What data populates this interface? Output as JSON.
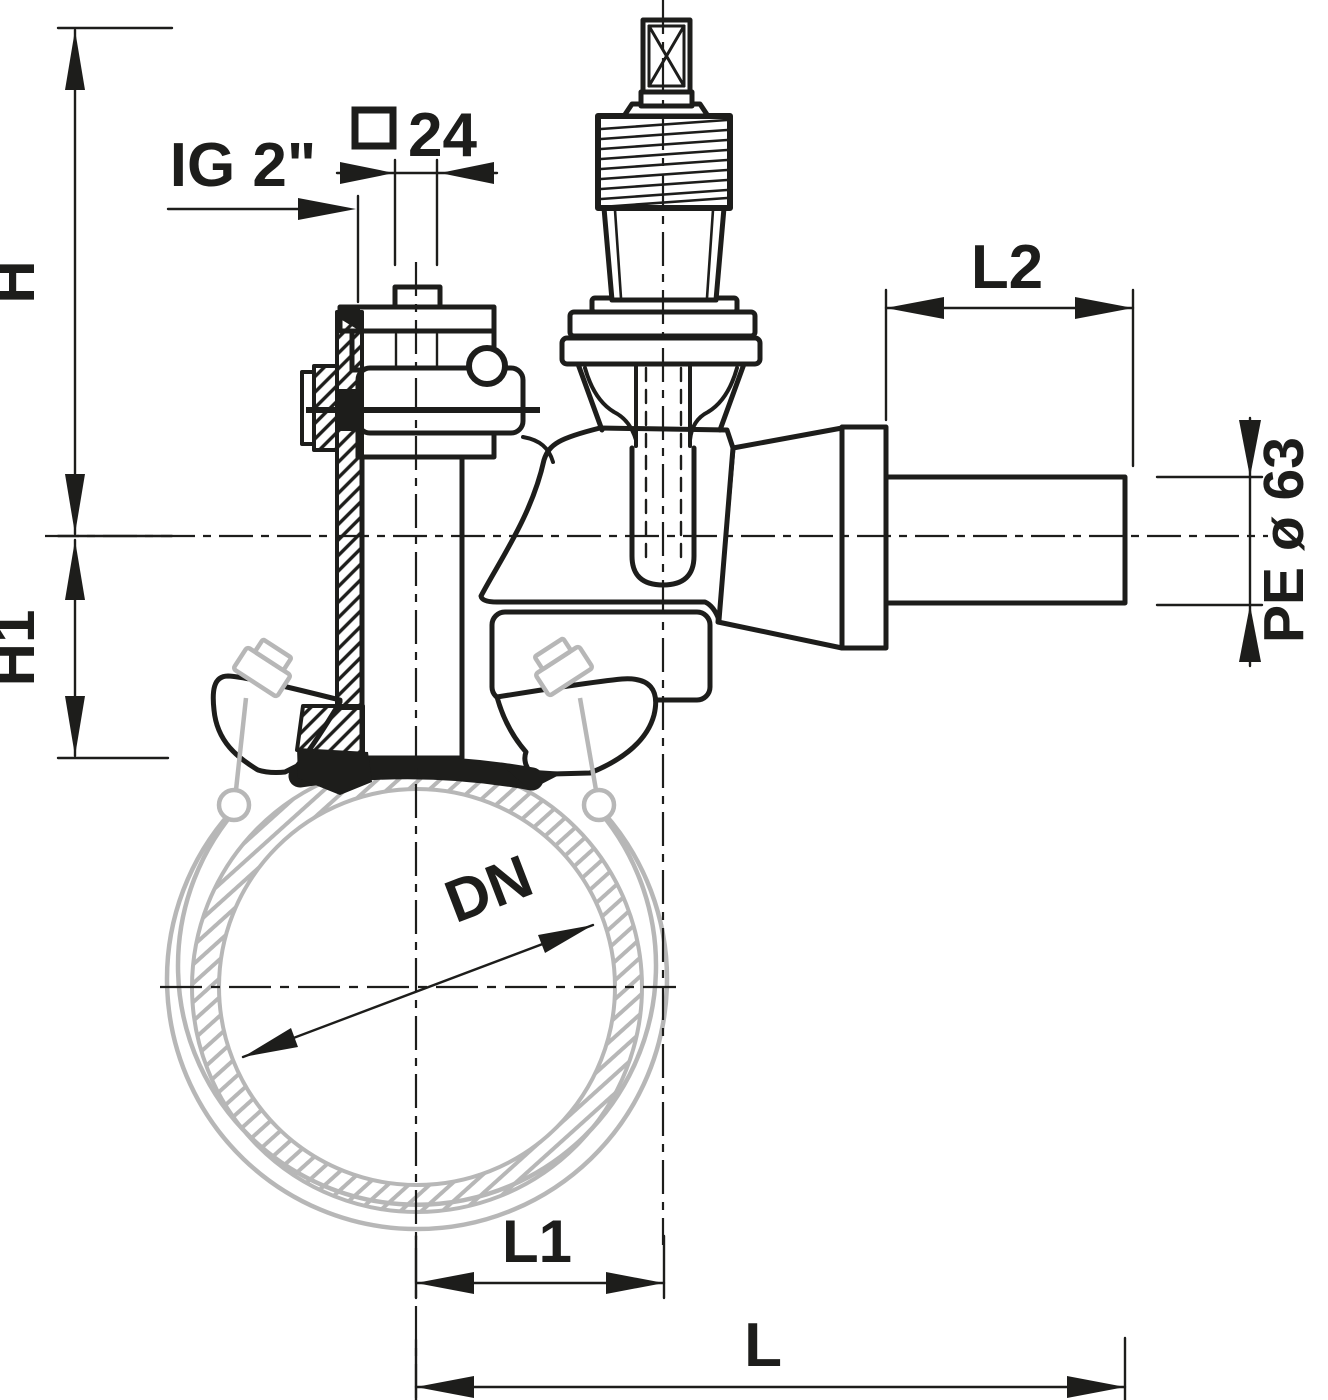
{
  "page": {
    "background": "#ffffff",
    "description": "Technical line drawing of a tapping valve with saddle clamp on a main pipe, gate valve and PE spigot outlet, with dimension annotations"
  },
  "colors": {
    "line": "#1d1d1b",
    "phantom_gray": "#b7b7b7",
    "background": "#ffffff"
  },
  "labels": {
    "h": "H",
    "h1": "H1",
    "ig": "IG 2\"",
    "square_symbol": "□",
    "square_value": "24",
    "l2": "L2",
    "pe": "PE ø 63",
    "dn": "DN",
    "l1": "L1",
    "l": "L"
  }
}
